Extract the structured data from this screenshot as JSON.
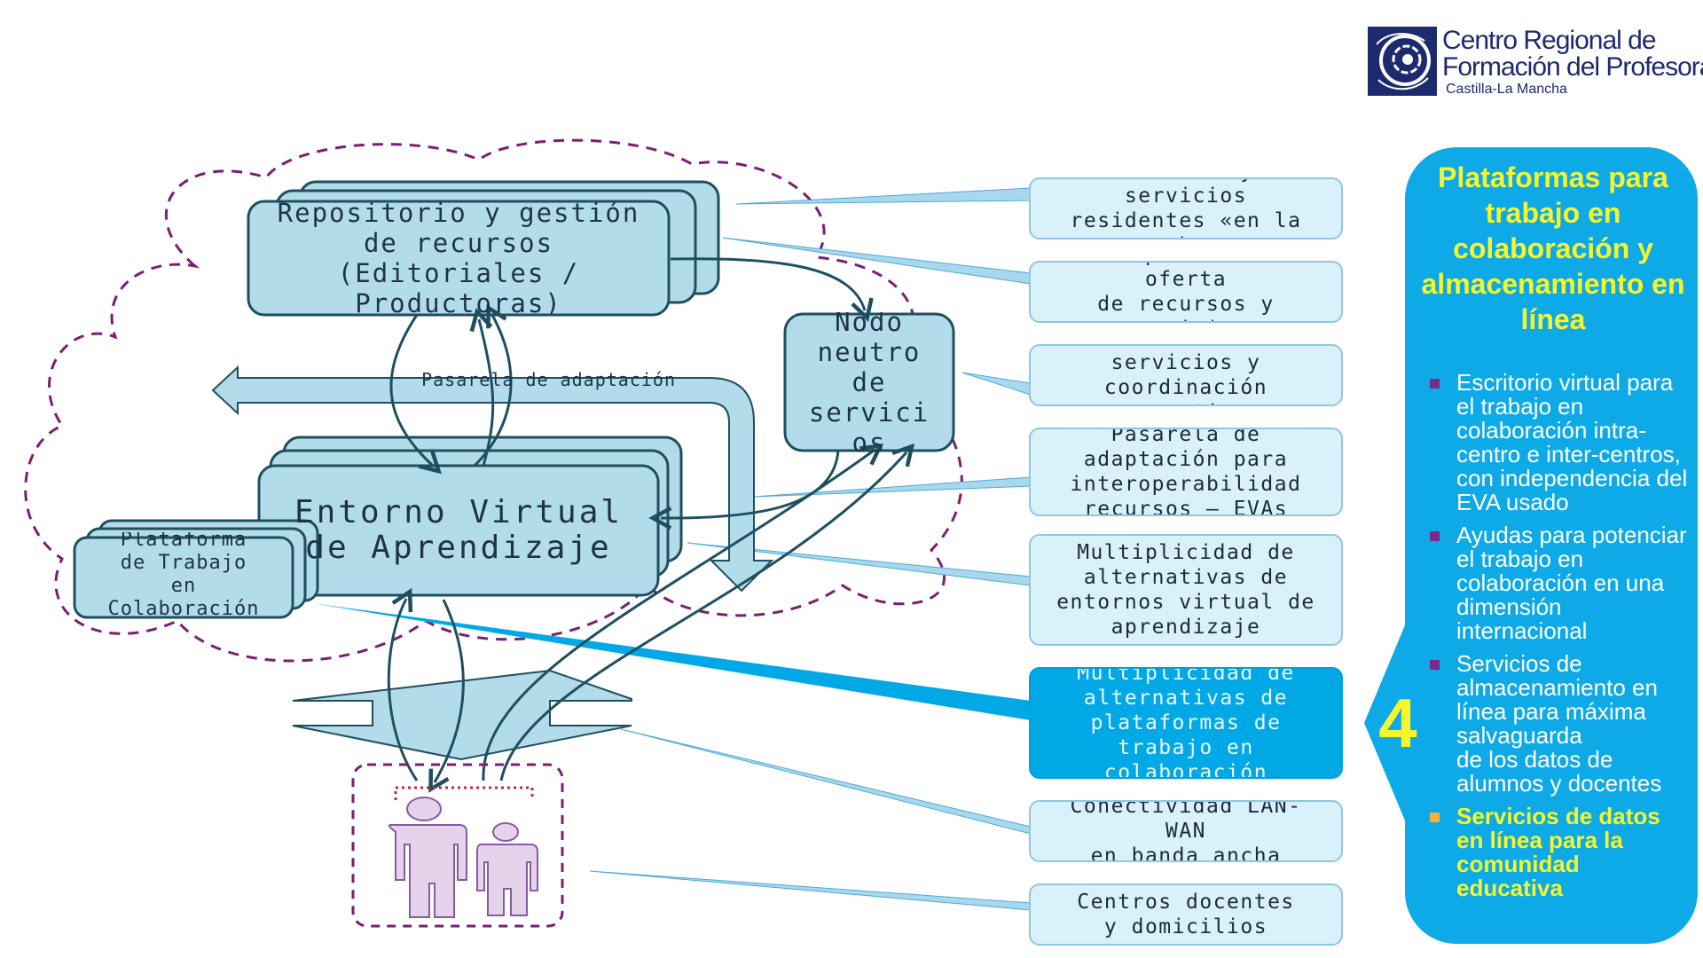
{
  "logo": {
    "line1": "Centro Regional de",
    "line2": "Formación del Profesorado",
    "line3": "Castilla-La Mancha",
    "color": "#1e2a6e"
  },
  "diagram": {
    "repositorio": "Repositorio y gestión\nde recursos\n(Editoriales /\nProductoras)",
    "nodo": "Nodo\nneutro\nde\nservici\nos",
    "pasarela": "Pasarela de adaptación",
    "eva": "Entorno Virtual\nde Aprendizaje",
    "plataforma": "Plataforma\nde Trabajo\nen\nColaboración"
  },
  "callouts": [
    {
      "text": "Recursos y\nservicios\nresidentes «en la\nnube»"
    },
    {
      "text": "Multiplicidad de\noferta\nde recursos y\nservicios"
    },
    {
      "text": "Nodo neutro de\nservicios y\ncoordinación\noperativa"
    },
    {
      "text": "Pasarela de\nadaptación para\ninteroperabilidad\nrecursos – EVAs"
    },
    {
      "text": "Multiplicidad de\nalternativas de\nentornos virtual de\naprendizaje"
    },
    {
      "text": "Multiplicidad de\nalternativas de\nplataformas de\ntrabajo en\ncolaboración"
    },
    {
      "text": "Conectividad LAN-\nWAN\nen banda ancha"
    },
    {
      "text": "Centros docentes\ny domicilios"
    }
  ],
  "panel": {
    "title": "Plataformas para trabajo en colaboración y almacenamiento en línea",
    "number": "4",
    "bullets": [
      {
        "text": "Escritorio virtual para el trabajo en colaboración intra-centro e inter-centros, con independencia del EVA usado"
      },
      {
        "text": "Ayudas para potenciar el trabajo en colaboración en una dimensión internacional"
      },
      {
        "text": "Servicios de almacenamiento en línea para máxima salvaguarda\nde los datos de alumnos y docentes"
      },
      {
        "text": "Servicios de datos en línea para la comunidad educativa"
      }
    ],
    "colors": {
      "panel": "#0eaae8",
      "title": "#f6f62a",
      "bullet": "#7a2a8c",
      "bullet_highlight": "#f2b430"
    }
  },
  "colors": {
    "box_fill": "#b3dcea",
    "box_stroke": "#1f4f5f",
    "cloud_stroke": "#7a1f72",
    "callout_fill": "#d8f1fb",
    "callout_active": "#00a9e6"
  }
}
